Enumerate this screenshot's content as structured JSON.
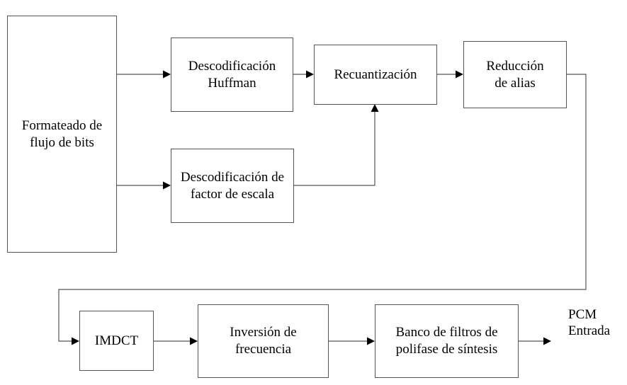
{
  "diagram": {
    "blocks": {
      "bitstream": "Formateado de\nflujo de bits",
      "huffman": "Descodificación\nHuffman",
      "scalefactor": "Descodificación de\nfactor de escala",
      "requant": "Recuantización",
      "alias": "Reducción\nde alias",
      "imdct": "IMDCT",
      "freqinv": "Inversión de\nfrecuencia",
      "filterbank": "Banco de filtros de\npolifase de síntesis"
    },
    "output_label": "PCM\nEntrada",
    "colors": {
      "border": "#555555",
      "arrowhead": "#000000",
      "text": "#000000"
    }
  }
}
